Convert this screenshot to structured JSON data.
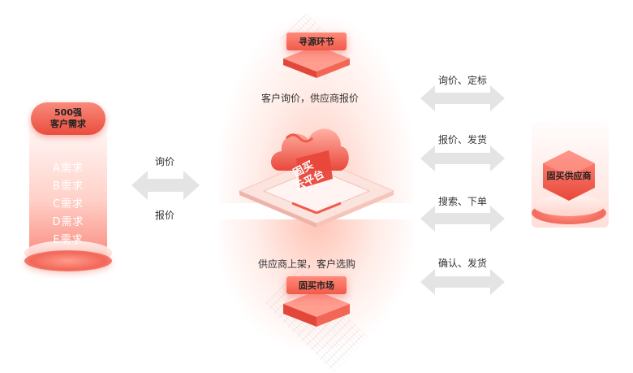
{
  "customer": {
    "title_line1": "500强",
    "title_line2": "客户需求",
    "requirements": [
      "A需求",
      "B需求",
      "C需求",
      "D需求",
      "E需求"
    ]
  },
  "left_arrow": {
    "top_label": "询价",
    "bottom_label": "报价"
  },
  "center": {
    "top_node": "寻源环节",
    "top_desc": "客户询价，供应商报价",
    "platform_line1": "固买",
    "platform_line2": "云平台",
    "bottom_desc": "供应商上架，客户选购",
    "bottom_node": "固买市场"
  },
  "right_arrows": [
    {
      "label": "询价、定标"
    },
    {
      "label": "报价、发货"
    },
    {
      "label": "搜索、下单"
    },
    {
      "label": "确认、发货"
    }
  ],
  "supplier": {
    "label": "固买供应商"
  },
  "colors": {
    "accent": "#f15a4a",
    "accent_light": "#ff8a7a",
    "arrow_gray": "#e2e2e2",
    "glow": "#ffc4b6"
  }
}
